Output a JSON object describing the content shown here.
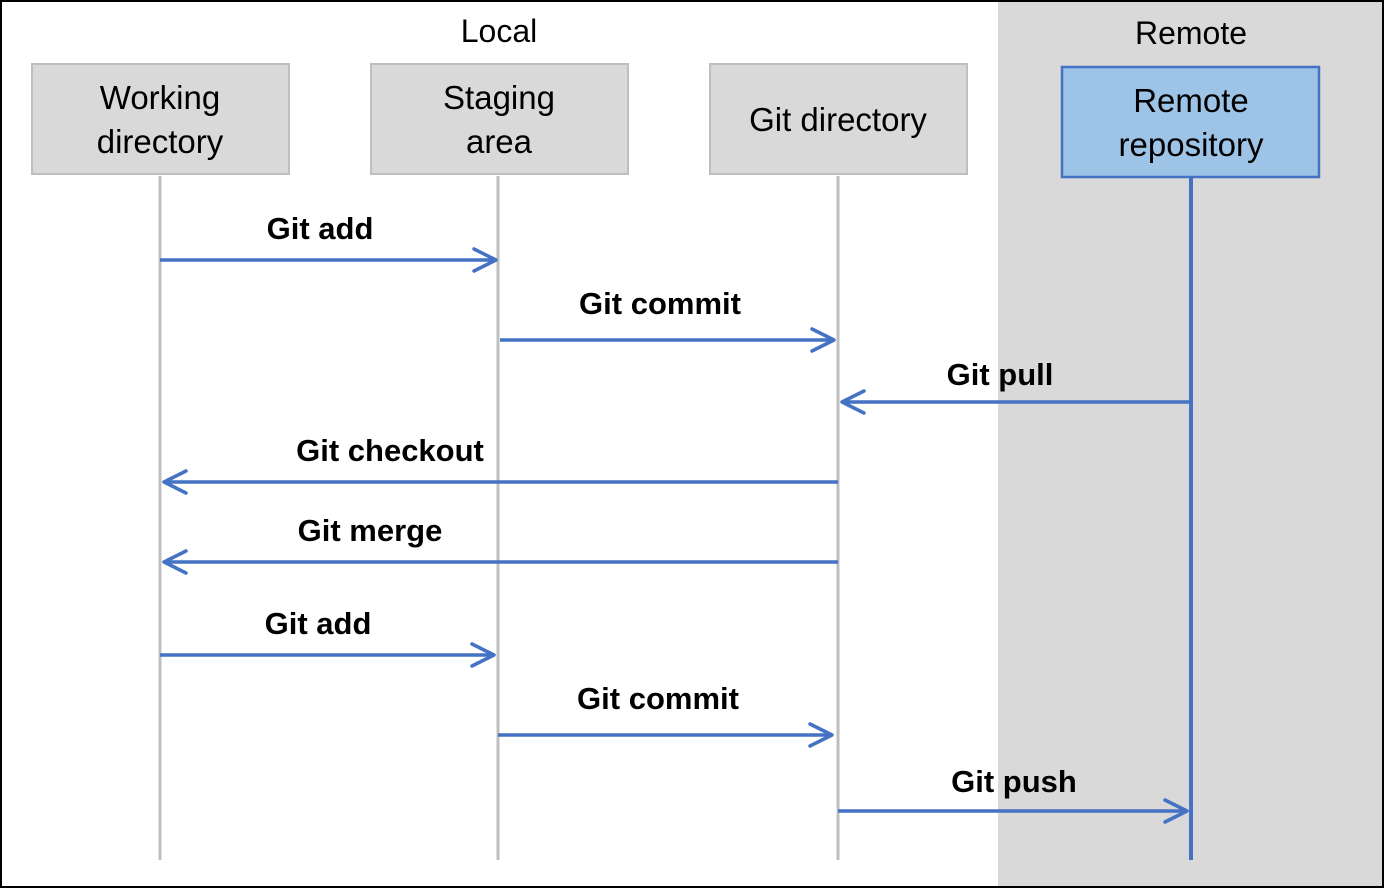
{
  "sections": {
    "local": {
      "label": "Local"
    },
    "remote": {
      "label": "Remote"
    }
  },
  "participants": [
    {
      "id": "working",
      "lines": [
        "Working",
        "directory"
      ]
    },
    {
      "id": "staging",
      "lines": [
        "Staging",
        "area"
      ]
    },
    {
      "id": "gitdir",
      "lines": [
        "Git directory"
      ]
    },
    {
      "id": "remote",
      "lines": [
        "Remote",
        "repository"
      ]
    }
  ],
  "messages": [
    {
      "label": "Git add",
      "from": "working",
      "to": "staging"
    },
    {
      "label": "Git commit",
      "from": "staging",
      "to": "gitdir"
    },
    {
      "label": "Git pull",
      "from": "remote",
      "to": "gitdir"
    },
    {
      "label": "Git checkout",
      "from": "gitdir",
      "to": "working"
    },
    {
      "label": "Git merge",
      "from": "gitdir",
      "to": "working"
    },
    {
      "label": "Git add",
      "from": "working",
      "to": "staging"
    },
    {
      "label": "Git commit",
      "from": "staging",
      "to": "gitdir"
    },
    {
      "label": "Git push",
      "from": "gitdir",
      "to": "remote"
    }
  ],
  "colors": {
    "arrow": "#4472C4",
    "local_box_fill": "#D9D9D9",
    "local_box_stroke": "#BFBFBF",
    "remote_box_fill": "#9DC3E6",
    "remote_box_stroke": "#4472C4",
    "remote_region": "#D9D9D9",
    "lifeline": "#BFBFBF"
  }
}
